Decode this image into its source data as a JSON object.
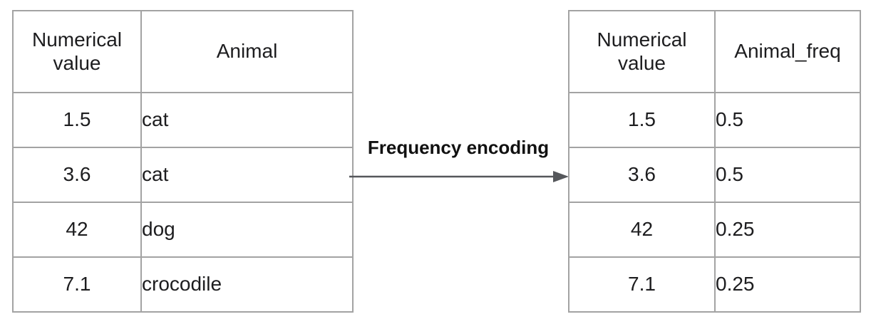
{
  "diagram": {
    "label": "Frequency encoding",
    "colors": {
      "table_border": "#a3a3a3",
      "arrow": "#55575b",
      "text": "#1d1d1f"
    },
    "source_table": {
      "headers": [
        "Numerical value",
        "Animal"
      ],
      "rows": [
        [
          "1.5",
          "cat"
        ],
        [
          "3.6",
          "cat"
        ],
        [
          "42",
          "dog"
        ],
        [
          "7.1",
          "crocodile"
        ]
      ]
    },
    "encoded_table": {
      "headers": [
        "Numerical value",
        "Animal_freq"
      ],
      "rows": [
        [
          "1.5",
          "0.5"
        ],
        [
          "3.6",
          "0.5"
        ],
        [
          "42",
          "0.25"
        ],
        [
          "7.1",
          "0.25"
        ]
      ]
    }
  }
}
